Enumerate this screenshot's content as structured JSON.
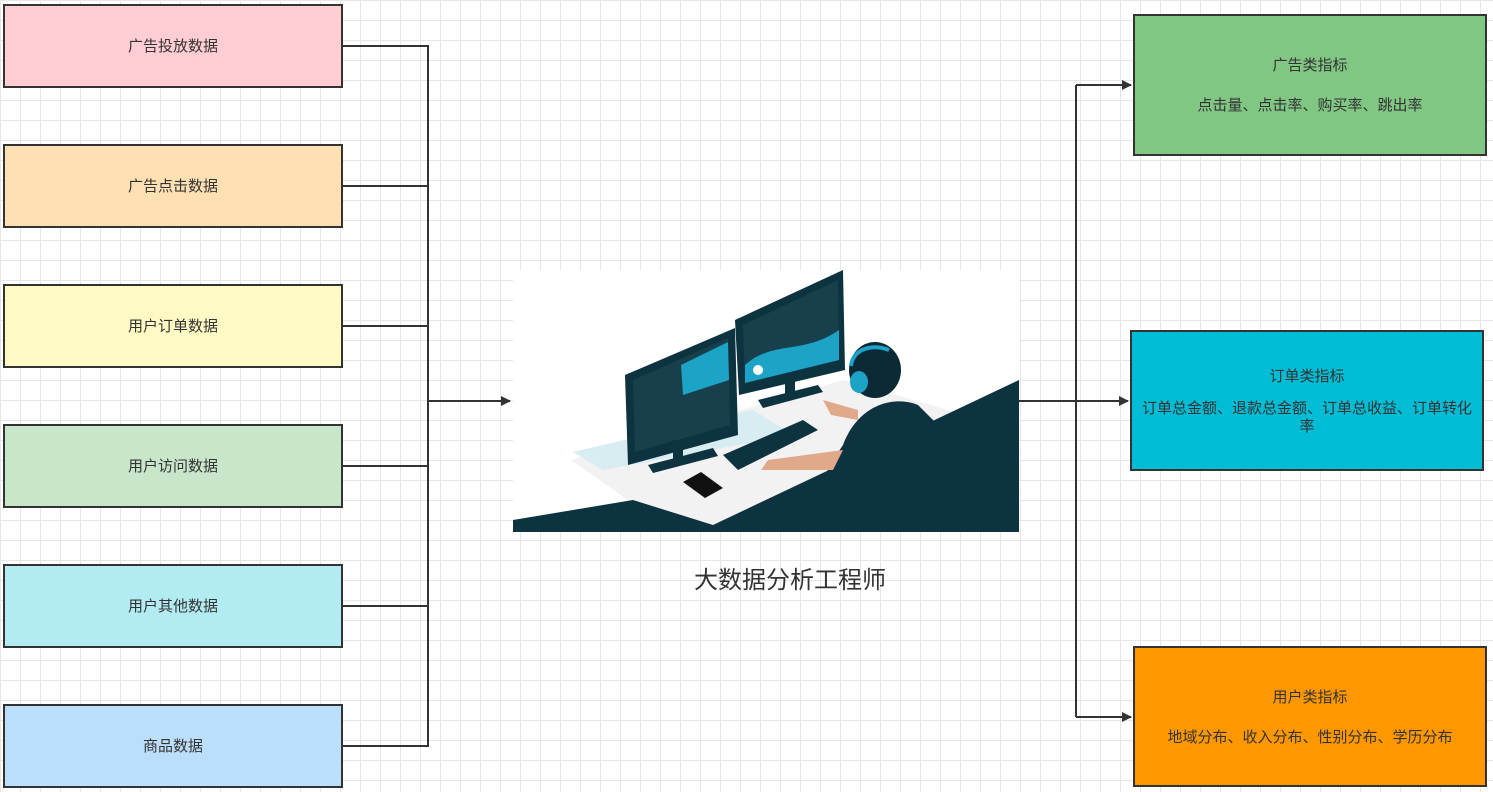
{
  "sources": [
    {
      "label": "广告投放数据",
      "color": "#ffcdd2"
    },
    {
      "label": "广告点击数据",
      "color": "#ffe0b2"
    },
    {
      "label": "用户订单数据",
      "color": "#fff9c4"
    },
    {
      "label": "用户访问数据",
      "color": "#c8e6c9"
    },
    {
      "label": "用户其他数据",
      "color": "#b2ebf2"
    },
    {
      "label": "商品数据",
      "color": "#bbdefb"
    }
  ],
  "center": {
    "label": "大数据分析工程师"
  },
  "outputs": [
    {
      "title": "广告类指标",
      "detail": "点击量、点击率、购买率、跳出率",
      "color": "#81c784"
    },
    {
      "title": "订单类指标",
      "detail": "订单总金额、退款总金额、订单总收益、订单转化率",
      "color": "#00bcd4"
    },
    {
      "title": "用户类指标",
      "detail": "地域分布、收入分布、性别分布、学历分布",
      "color": "#ff9800"
    }
  ]
}
